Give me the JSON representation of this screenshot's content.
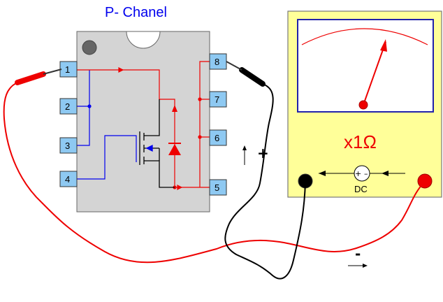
{
  "title": "P- Chanel",
  "chip": {
    "pins_left": [
      "1",
      "2",
      "3",
      "4"
    ],
    "pins_right": [
      "8",
      "7",
      "6",
      "5"
    ]
  },
  "meter": {
    "range": "x1Ω",
    "mode": "DC",
    "terminal_plus": "+",
    "terminal_minus": "–"
  },
  "polarity": {
    "plus": "+",
    "minus": "-"
  },
  "colors": {
    "red_wire": "#ee0000",
    "black_wire": "#000000",
    "chip_fill": "#d4d4d4",
    "pin_fill": "#8ec9f2",
    "meter_fill": "#ffff99",
    "blue_trace": "#0000ee"
  },
  "icons": [
    "notch-icon",
    "pin1-dot-icon",
    "mosfet-symbol-icon",
    "diode-symbol-icon",
    "needle-icon",
    "dc-source-icon",
    "arrow-up-icon",
    "arrow-right-icon"
  ]
}
